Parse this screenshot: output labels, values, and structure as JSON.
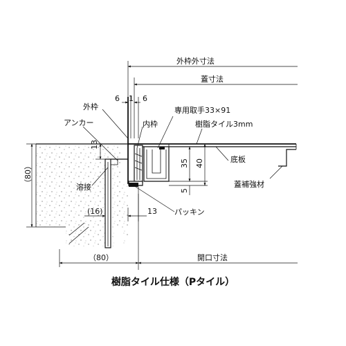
{
  "caption": "樹脂タイル仕様（Pタイル）",
  "labels": {
    "outer_frame_outer_dim": "外枠外寸法",
    "lid_dim": "蓋寸法",
    "outer_frame": "外枠",
    "anchor": "アンカー",
    "inner_frame": "内枠",
    "handle": "専用取手33×91",
    "resin_tile": "樹脂タイル3mm",
    "bottom_plate": "底板",
    "lid_reinforcement": "蓋補強材",
    "welding": "溶接",
    "packing": "パッキン",
    "opening_dim": "開口寸法"
  },
  "dimensions": {
    "d6_left": "6",
    "d1": "1",
    "d6_right": "6",
    "d13_left": "13",
    "d35": "35",
    "d40": "40",
    "d5": "5",
    "d80_left": "（80）",
    "d16": "(16)",
    "d13_bottom": "13",
    "d80_bottom": "（80）"
  }
}
